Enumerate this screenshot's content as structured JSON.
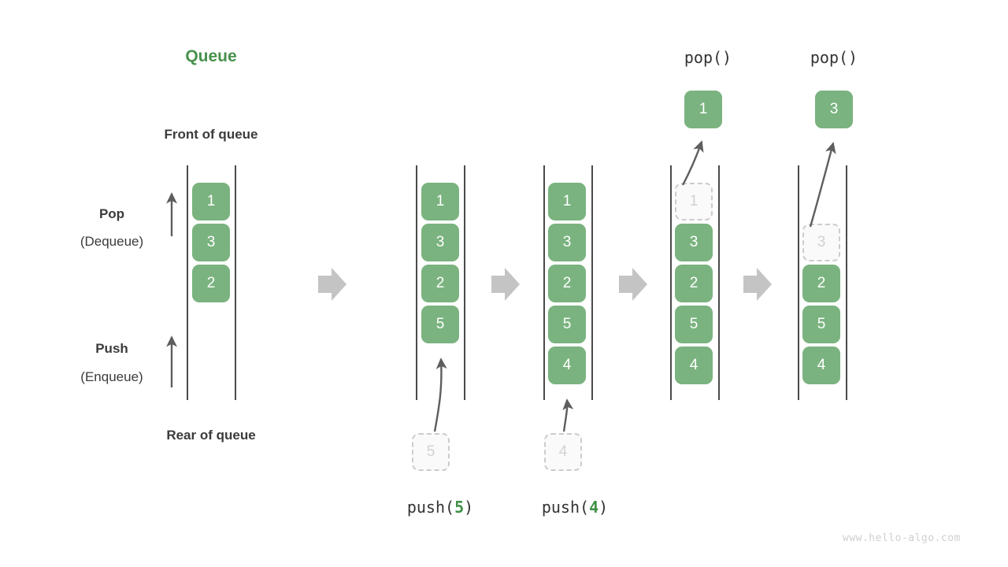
{
  "title": "Queue",
  "labels": {
    "front": "Front of queue",
    "rear": "Rear of queue",
    "pop_bold": "Pop",
    "pop_paren": "(Dequeue)",
    "push_bold": "Push",
    "push_paren": "(Enqueue)"
  },
  "colors": {
    "element_green": "#7ab37f",
    "title_green": "#47914b",
    "accent_green": "#3f9146",
    "ghost_border": "#cccccc",
    "ghost_fill": "#fafafa",
    "ghost_text": "#d2d2d2",
    "rail": "#4a4a4a",
    "block_arrow": "#c4c4c4",
    "thin_arrow": "#5e5e5e",
    "text_dark": "#3b3b3b",
    "watermark": "#cfcfcf"
  },
  "operations": {
    "push5_prefix": "push(",
    "push5_num": "5",
    "push5_suffix": ")",
    "push4_prefix": "push(",
    "push4_num": "4",
    "push4_suffix": ")",
    "pop_label_1": "pop()",
    "pop_label_2": "pop()"
  },
  "columns": [
    {
      "id": "initial",
      "cells": [
        {
          "value": "1",
          "style": "filled"
        },
        {
          "value": "3",
          "style": "filled"
        },
        {
          "value": "2",
          "style": "filled"
        }
      ]
    },
    {
      "id": "after-push-5",
      "cells": [
        {
          "value": "1",
          "style": "filled"
        },
        {
          "value": "3",
          "style": "filled"
        },
        {
          "value": "2",
          "style": "filled"
        },
        {
          "value": "5",
          "style": "filled"
        }
      ],
      "incoming": {
        "value": "5",
        "style": "ghost"
      }
    },
    {
      "id": "after-push-4",
      "cells": [
        {
          "value": "1",
          "style": "filled"
        },
        {
          "value": "3",
          "style": "filled"
        },
        {
          "value": "2",
          "style": "filled"
        },
        {
          "value": "5",
          "style": "filled"
        },
        {
          "value": "4",
          "style": "filled"
        }
      ],
      "incoming": {
        "value": "4",
        "style": "ghost"
      }
    },
    {
      "id": "after-pop-1",
      "cells": [
        {
          "value": "1",
          "style": "ghost"
        },
        {
          "value": "3",
          "style": "filled"
        },
        {
          "value": "2",
          "style": "filled"
        },
        {
          "value": "5",
          "style": "filled"
        },
        {
          "value": "4",
          "style": "filled"
        }
      ],
      "popped": {
        "value": "1",
        "style": "filled"
      }
    },
    {
      "id": "after-pop-3",
      "cells": [
        {
          "value": "",
          "style": "empty"
        },
        {
          "value": "3",
          "style": "ghost"
        },
        {
          "value": "2",
          "style": "filled"
        },
        {
          "value": "5",
          "style": "filled"
        },
        {
          "value": "4",
          "style": "filled"
        }
      ],
      "popped": {
        "value": "3",
        "style": "filled"
      }
    }
  ],
  "watermark": "www.hello-algo.com"
}
